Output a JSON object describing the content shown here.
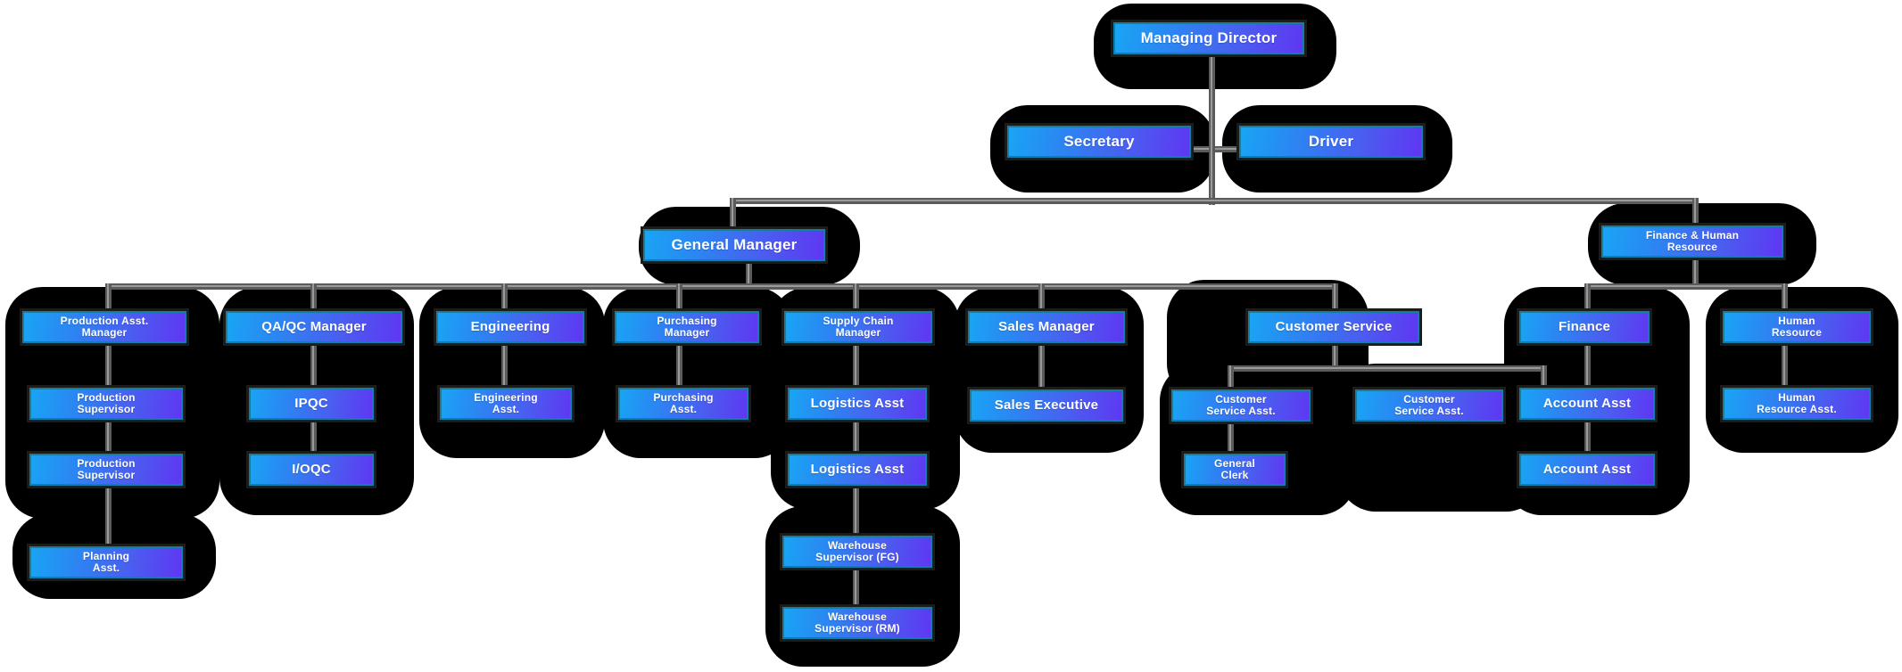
{
  "chart_data": {
    "type": "diagram",
    "title": "Company Organization Chart",
    "diagram_kind": "organizational-hierarchy",
    "colors": {
      "node_gradient_start": "#18a6f5",
      "node_gradient_end": "#5f36f2",
      "node_border": "#1c1c1c",
      "node_inner_edge": "#0f7fa8",
      "halo_background": "#000000",
      "connector_line": "#5b5b5b",
      "connector_highlight": "#9a9a9a",
      "text": "#ffffff",
      "page_background": "#ffffff"
    },
    "levels": [
      {
        "level": 1,
        "nodes": [
          "Managing Director"
        ]
      },
      {
        "level": 2,
        "nodes": [
          "Secretary",
          "Driver"
        ]
      },
      {
        "level": 3,
        "nodes": [
          "General Manager",
          "Finance & Human Resource"
        ]
      },
      {
        "level": 4,
        "nodes": [
          "Production Asst. Manager",
          "QA/QC Manager",
          "Engineering",
          "Purchasing Manager",
          "Supply Chain Manager",
          "Sales Manager",
          "Customer Service",
          "Finance",
          "Human Resource"
        ]
      },
      {
        "level": 5,
        "nodes": [
          "Production Supervisor",
          "IPQC",
          "Engineering Asst.",
          "Purchasing Asst.",
          "Logistics Asst",
          "Sales Executive",
          "Customer Service Asst.",
          "Customer Service Asst.",
          "Account Asst",
          "Human Resource Asst."
        ]
      },
      {
        "level": 6,
        "nodes": [
          "Production Supervisor",
          "I/OQC",
          "Logistics Asst",
          "General Clerk",
          "Account Asst"
        ]
      },
      {
        "level": 7,
        "nodes": [
          "Planning Asst.",
          "Warehouse Supervisor (FG)"
        ]
      },
      {
        "level": 8,
        "nodes": [
          "Warehouse Supervisor (RM)"
        ]
      }
    ],
    "edges": [
      {
        "from": "Managing Director",
        "to": "Secretary"
      },
      {
        "from": "Managing Director",
        "to": "Driver"
      },
      {
        "from": "Managing Director",
        "to": "General Manager"
      },
      {
        "from": "Managing Director",
        "to": "Finance & Human Resource"
      },
      {
        "from": "General Manager",
        "to": "Production Asst. Manager"
      },
      {
        "from": "General Manager",
        "to": "QA/QC Manager"
      },
      {
        "from": "General Manager",
        "to": "Engineering"
      },
      {
        "from": "General Manager",
        "to": "Purchasing Manager"
      },
      {
        "from": "General Manager",
        "to": "Supply Chain Manager"
      },
      {
        "from": "General Manager",
        "to": "Sales Manager"
      },
      {
        "from": "General Manager",
        "to": "Customer Service"
      },
      {
        "from": "Finance & Human Resource",
        "to": "Finance"
      },
      {
        "from": "Finance & Human Resource",
        "to": "Human Resource"
      },
      {
        "from": "Production Asst. Manager",
        "to": "Production Supervisor"
      },
      {
        "from": "Production Supervisor",
        "to": "Production Supervisor (2)"
      },
      {
        "from": "Production Supervisor (2)",
        "to": "Planning Asst."
      },
      {
        "from": "QA/QC Manager",
        "to": "IPQC"
      },
      {
        "from": "IPQC",
        "to": "I/OQC"
      },
      {
        "from": "Engineering",
        "to": "Engineering Asst."
      },
      {
        "from": "Purchasing Manager",
        "to": "Purchasing Asst."
      },
      {
        "from": "Supply Chain Manager",
        "to": "Logistics Asst"
      },
      {
        "from": "Logistics Asst",
        "to": "Logistics Asst (2)"
      },
      {
        "from": "Logistics Asst (2)",
        "to": "Warehouse Supervisor (FG)"
      },
      {
        "from": "Warehouse Supervisor (FG)",
        "to": "Warehouse Supervisor (RM)"
      },
      {
        "from": "Sales Manager",
        "to": "Sales Executive"
      },
      {
        "from": "Customer Service",
        "to": "Customer Service Asst. (left)"
      },
      {
        "from": "Customer Service",
        "to": "Customer Service Asst. (right)"
      },
      {
        "from": "Customer Service Asst. (left)",
        "to": "General Clerk"
      },
      {
        "from": "Finance",
        "to": "Account Asst"
      },
      {
        "from": "Account Asst",
        "to": "Account Asst (2)"
      },
      {
        "from": "Human Resource",
        "to": "Human Resource Asst."
      }
    ]
  },
  "nodes": {
    "managing_director": "Managing Director",
    "secretary": "Secretary",
    "driver": "Driver",
    "general_manager": "General Manager",
    "finance_hr": "Finance & Human\nResource",
    "production_asst_manager": "Production Asst.\nManager",
    "production_supervisor_1": "Production\nSupervisor",
    "production_supervisor_2": "Production\nSupervisor",
    "planning_asst": "Planning\nAsst.",
    "qaqc_manager": "QA/QC Manager",
    "ipqc": "IPQC",
    "ioqc": "I/OQC",
    "engineering": "Engineering",
    "engineering_asst": "Engineering\nAsst.",
    "purchasing_manager": "Purchasing\nManager",
    "purchasing_asst": "Purchasing\nAsst.",
    "supply_chain_manager": "Supply Chain\nManager",
    "logistics_asst_1": "Logistics Asst",
    "logistics_asst_2": "Logistics Asst",
    "warehouse_supervisor_fg": "Warehouse\nSupervisor (FG)",
    "warehouse_supervisor_rm": "Warehouse\nSupervisor (RM)",
    "sales_manager": "Sales Manager",
    "sales_executive": "Sales Executive",
    "customer_service": "Customer Service",
    "customer_service_asst_left": "Customer\nService Asst.",
    "customer_service_asst_right": "Customer\nService Asst.",
    "general_clerk": "General\nClerk",
    "finance": "Finance",
    "account_asst_1": "Account Asst",
    "account_asst_2": "Account Asst",
    "human_resource": "Human\nResource",
    "human_resource_asst": "Human\nResource Asst."
  }
}
